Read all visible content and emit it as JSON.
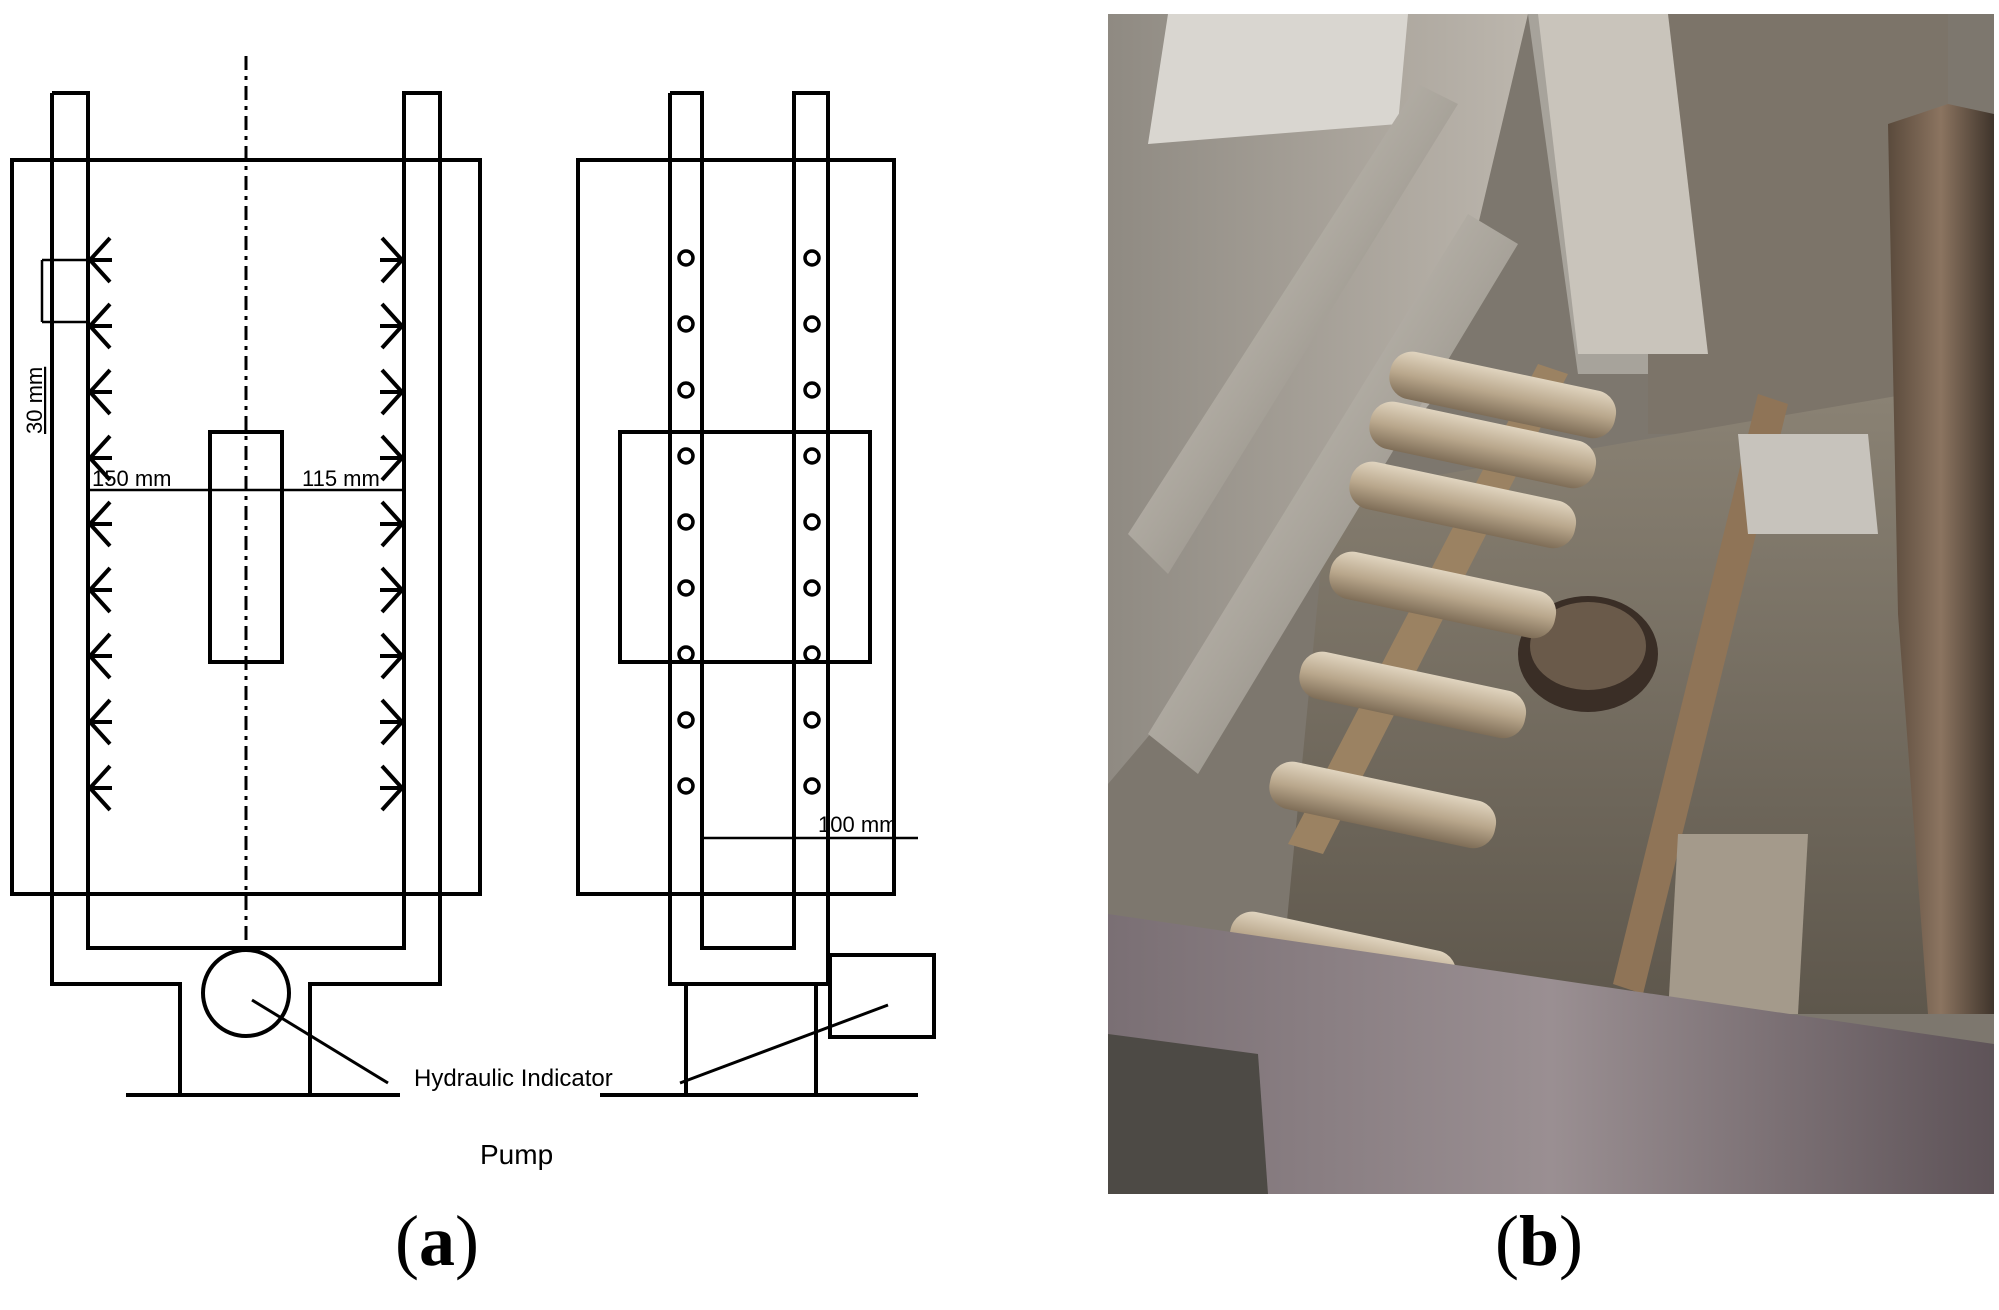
{
  "figure": {
    "panel_a": {
      "caption_letter": "a",
      "labels": {
        "dim_30": "30 mm",
        "dim_150": "150 mm",
        "dim_115": "115 mm",
        "dim_100": "100 mm",
        "hydraulic_indicator": "Hydraulic Indicator",
        "pump": "Pump"
      }
    },
    "panel_b": {
      "caption_letter": "b"
    }
  },
  "colors": {
    "line": "#000000",
    "steel": "#a9a59c",
    "rust": "#8a6a48",
    "rod": "#c3b39c",
    "floor": "#6f675b",
    "dark": "#2b2824"
  }
}
